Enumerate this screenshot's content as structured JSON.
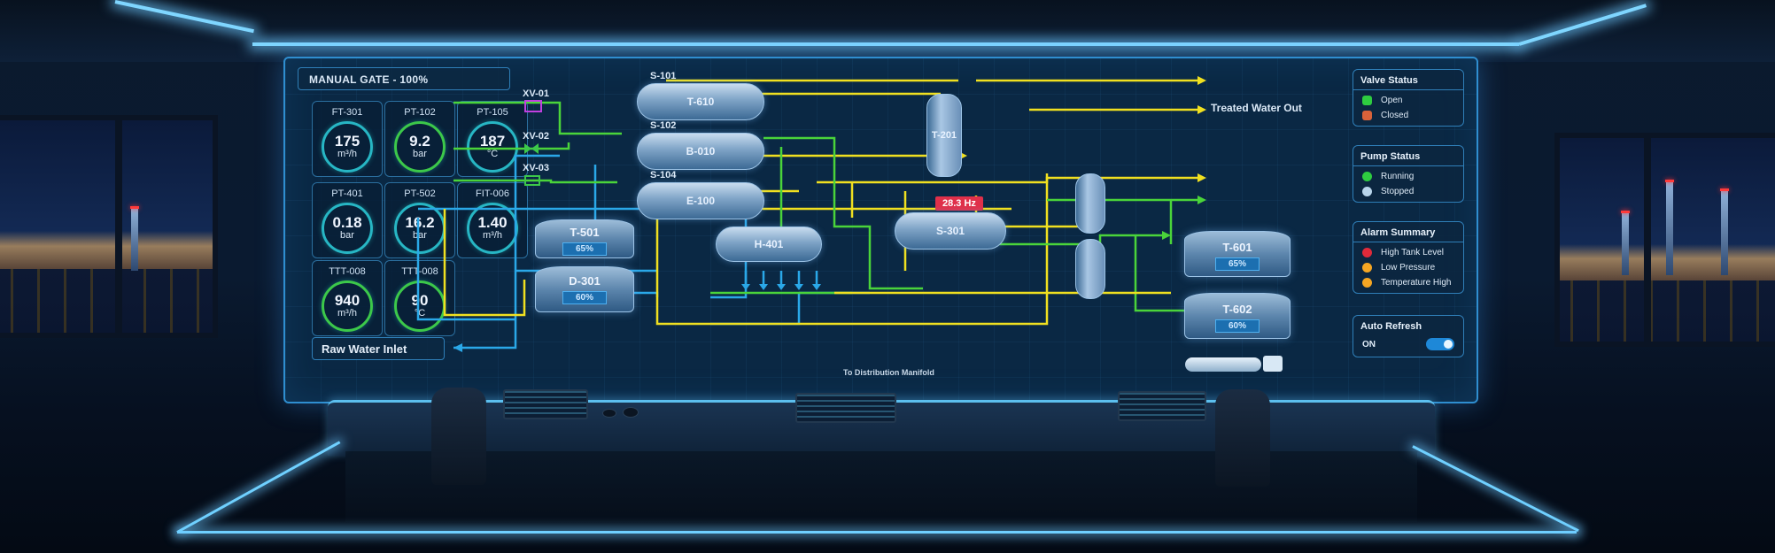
{
  "scene": {
    "type": "control-room",
    "accent": "#2f8ed0",
    "glow": "#7fd6ff"
  },
  "dashboard": {
    "title": "MANUAL GATE - 100%",
    "gauges": [
      {
        "tag": "FT-301",
        "value": "175",
        "unit": "m³/h",
        "ring": "#27b6c4"
      },
      {
        "tag": "PT-102",
        "value": "9.2",
        "unit": "bar",
        "ring": "#3cc84a"
      },
      {
        "tag": "PT-105",
        "value": "187",
        "unit": "°C",
        "ring": "#27b6c4"
      },
      {
        "tag": "PT-401",
        "value": "0.18",
        "unit": "bar",
        "ring": "#27b6c4"
      },
      {
        "tag": "PT-502",
        "value": "16.2",
        "unit": "bar",
        "ring": "#27b6c4"
      },
      {
        "tag": "FIT-006",
        "value": "1.40",
        "unit": "m³/h",
        "ring": "#27b6c4"
      },
      {
        "tag": "TTT-008",
        "value": "940",
        "unit": "m³/h",
        "ring": "#3cc84a"
      },
      {
        "tag": "TTT-008",
        "value": "90",
        "unit": "°C",
        "ring": "#3cc84a"
      }
    ],
    "inlet_label": "Raw Water Inlet",
    "outlet_label": "Treated Water Out",
    "distribution_label": "To Distribution Manifold",
    "valves": [
      {
        "tag": "XV-01",
        "color": "#c040e0"
      },
      {
        "tag": "XV-02",
        "color": "#3cc84a"
      },
      {
        "tag": "XV-03",
        "color": "#3cc84a"
      }
    ],
    "vessels": {
      "s101": {
        "section": "S-101",
        "name": "T-610"
      },
      "s102": {
        "section": "S-102",
        "name": "B-010"
      },
      "s104": {
        "section": "S-104",
        "name": "E-100"
      },
      "t201": {
        "name": "T-201"
      },
      "s301": {
        "name": "S-301",
        "alarm": "28.3 Hz"
      },
      "h401": {
        "name": "H-401"
      },
      "t601": {
        "name": "T-601",
        "level": "65%"
      },
      "t602": {
        "name": "T-602",
        "level": "60%"
      },
      "t501": {
        "name": "T-501",
        "level": "65%"
      },
      "d301": {
        "name": "D-301",
        "level": "60%"
      }
    },
    "valve_status": {
      "title": "Valve Status",
      "items": [
        {
          "label": "Open",
          "color": "#2ecc40"
        },
        {
          "label": "Closed",
          "color": "#d8623a"
        }
      ]
    },
    "pump_status": {
      "title": "Pump Status",
      "items": [
        {
          "label": "Running",
          "color": "#2ecc40"
        },
        {
          "label": "Stopped",
          "color": "#b8d4ea"
        }
      ]
    },
    "alarm_summary": {
      "title": "Alarm Summary",
      "items": [
        {
          "label": "High Tank Level",
          "color": "#e02a3a"
        },
        {
          "label": "Low Pressure",
          "color": "#f5a623"
        },
        {
          "label": "Temperature High",
          "color": "#f5a623"
        }
      ]
    },
    "auto_refresh": {
      "title": "Auto Refresh",
      "state": "ON",
      "enabled": true
    }
  }
}
